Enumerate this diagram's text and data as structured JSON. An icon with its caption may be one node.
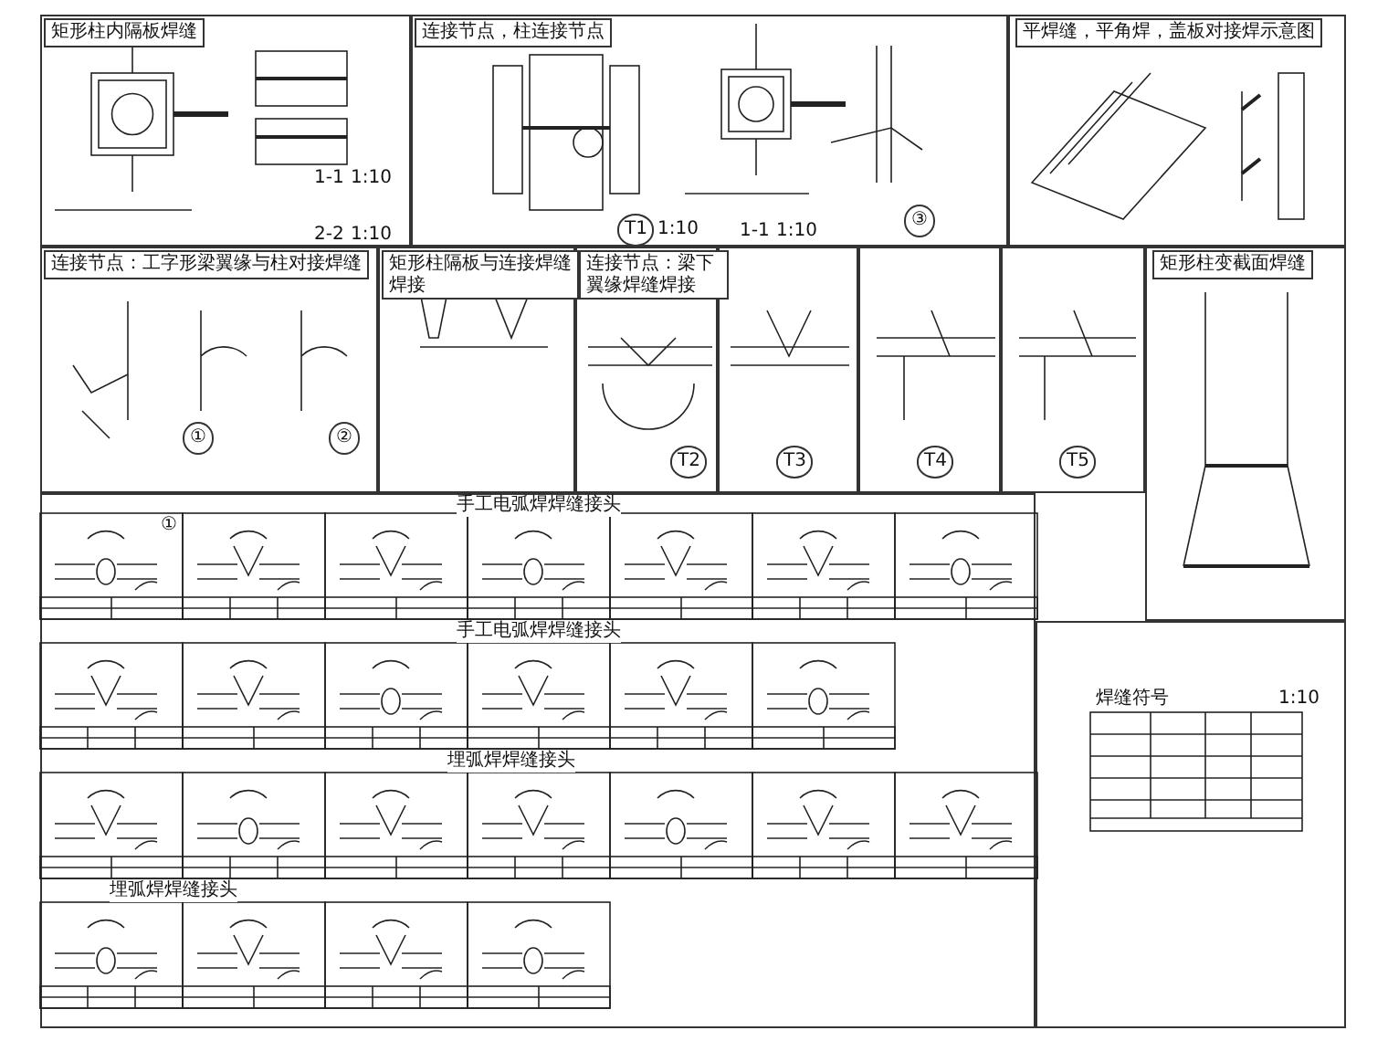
{
  "diagram": {
    "labels": [
      "矩形柱内隔板焊缝",
      "1-1",
      "1:10",
      "2-2",
      "1:10",
      "连接节点，柱连接节点",
      "T1",
      "1:10",
      "③",
      "1-1",
      "1:10",
      "平焊缝，平角焊，盖板对接焊示意图",
      "连接节点：工字形梁翼缘与柱对接焊缝",
      "①",
      "②",
      "矩形柱隔板与连接焊缝焊接",
      "连接节点：梁下翼缘焊缝焊接",
      "T2",
      "T3",
      "T4",
      "T5",
      "矩形柱变截面焊缝",
      "手工电弧焊焊缝接头",
      "①",
      "手工电弧焊焊缝接头",
      "埋弧焊焊缝接头",
      "埋弧焊焊缝接头",
      "焊缝符号",
      "1:10"
    ]
  }
}
